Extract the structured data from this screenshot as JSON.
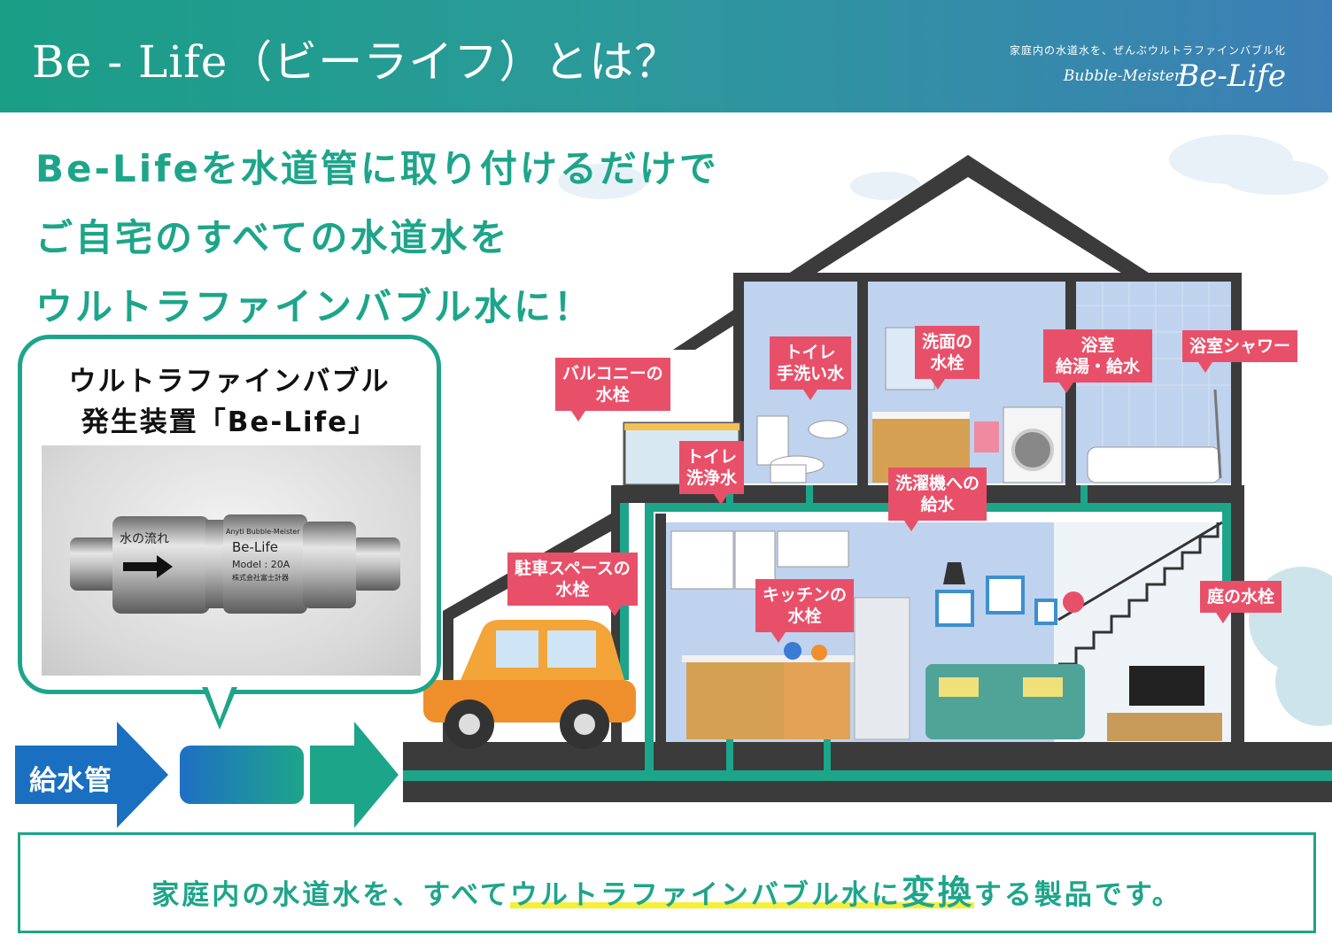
{
  "header": {
    "title": "Be - Life（ビーライフ）とは？",
    "brand_tagline": "家庭内の水道水を、ぜんぶウルトラファインバブル化",
    "brand_sub": "Bubble-Meister",
    "brand_name": "Be-Life"
  },
  "headline": [
    "Be-Lifeを水道管に取り付けるだけで",
    "ご自宅のすべての水道水を",
    "ウルトラファインバブル水に！"
  ],
  "device": {
    "title_line1": "ウルトラファインバブル",
    "title_line2": "発生装置「Be-Life」",
    "photo_flow_text": "水の流れ",
    "photo_brand": "Anyti Bubble-Meister",
    "photo_name": "Be-Life",
    "photo_model": "Model : 20A",
    "photo_maker": "株式会社富士計器"
  },
  "pipe_label": "給水管",
  "labels": {
    "balcony": [
      "バルコニーの",
      "水栓"
    ],
    "toilet_hand": [
      "トイレ",
      "手洗い水"
    ],
    "washbasin": [
      "洗面の",
      "水栓"
    ],
    "bath": [
      "浴室",
      "給湯・給水"
    ],
    "shower": [
      "浴室シャワー"
    ],
    "toilet_flush": [
      "トイレ",
      "洗浄水"
    ],
    "washer": [
      "洗濯機への",
      "給水"
    ],
    "parking": [
      "駐車スペースの",
      "水栓"
    ],
    "kitchen": [
      "キッチンの",
      "水栓"
    ],
    "garden": [
      "庭の水栓"
    ]
  },
  "footer": {
    "part1": "家庭内の水道水を、すべて",
    "part2": "ウルトラファインバブル水に",
    "part3": "変換",
    "part4": "する製品です。"
  },
  "colors": {
    "accent_green": "#1da58a",
    "label_pink": "#e8506a",
    "pipe_blue": "#1a6fc0"
  }
}
